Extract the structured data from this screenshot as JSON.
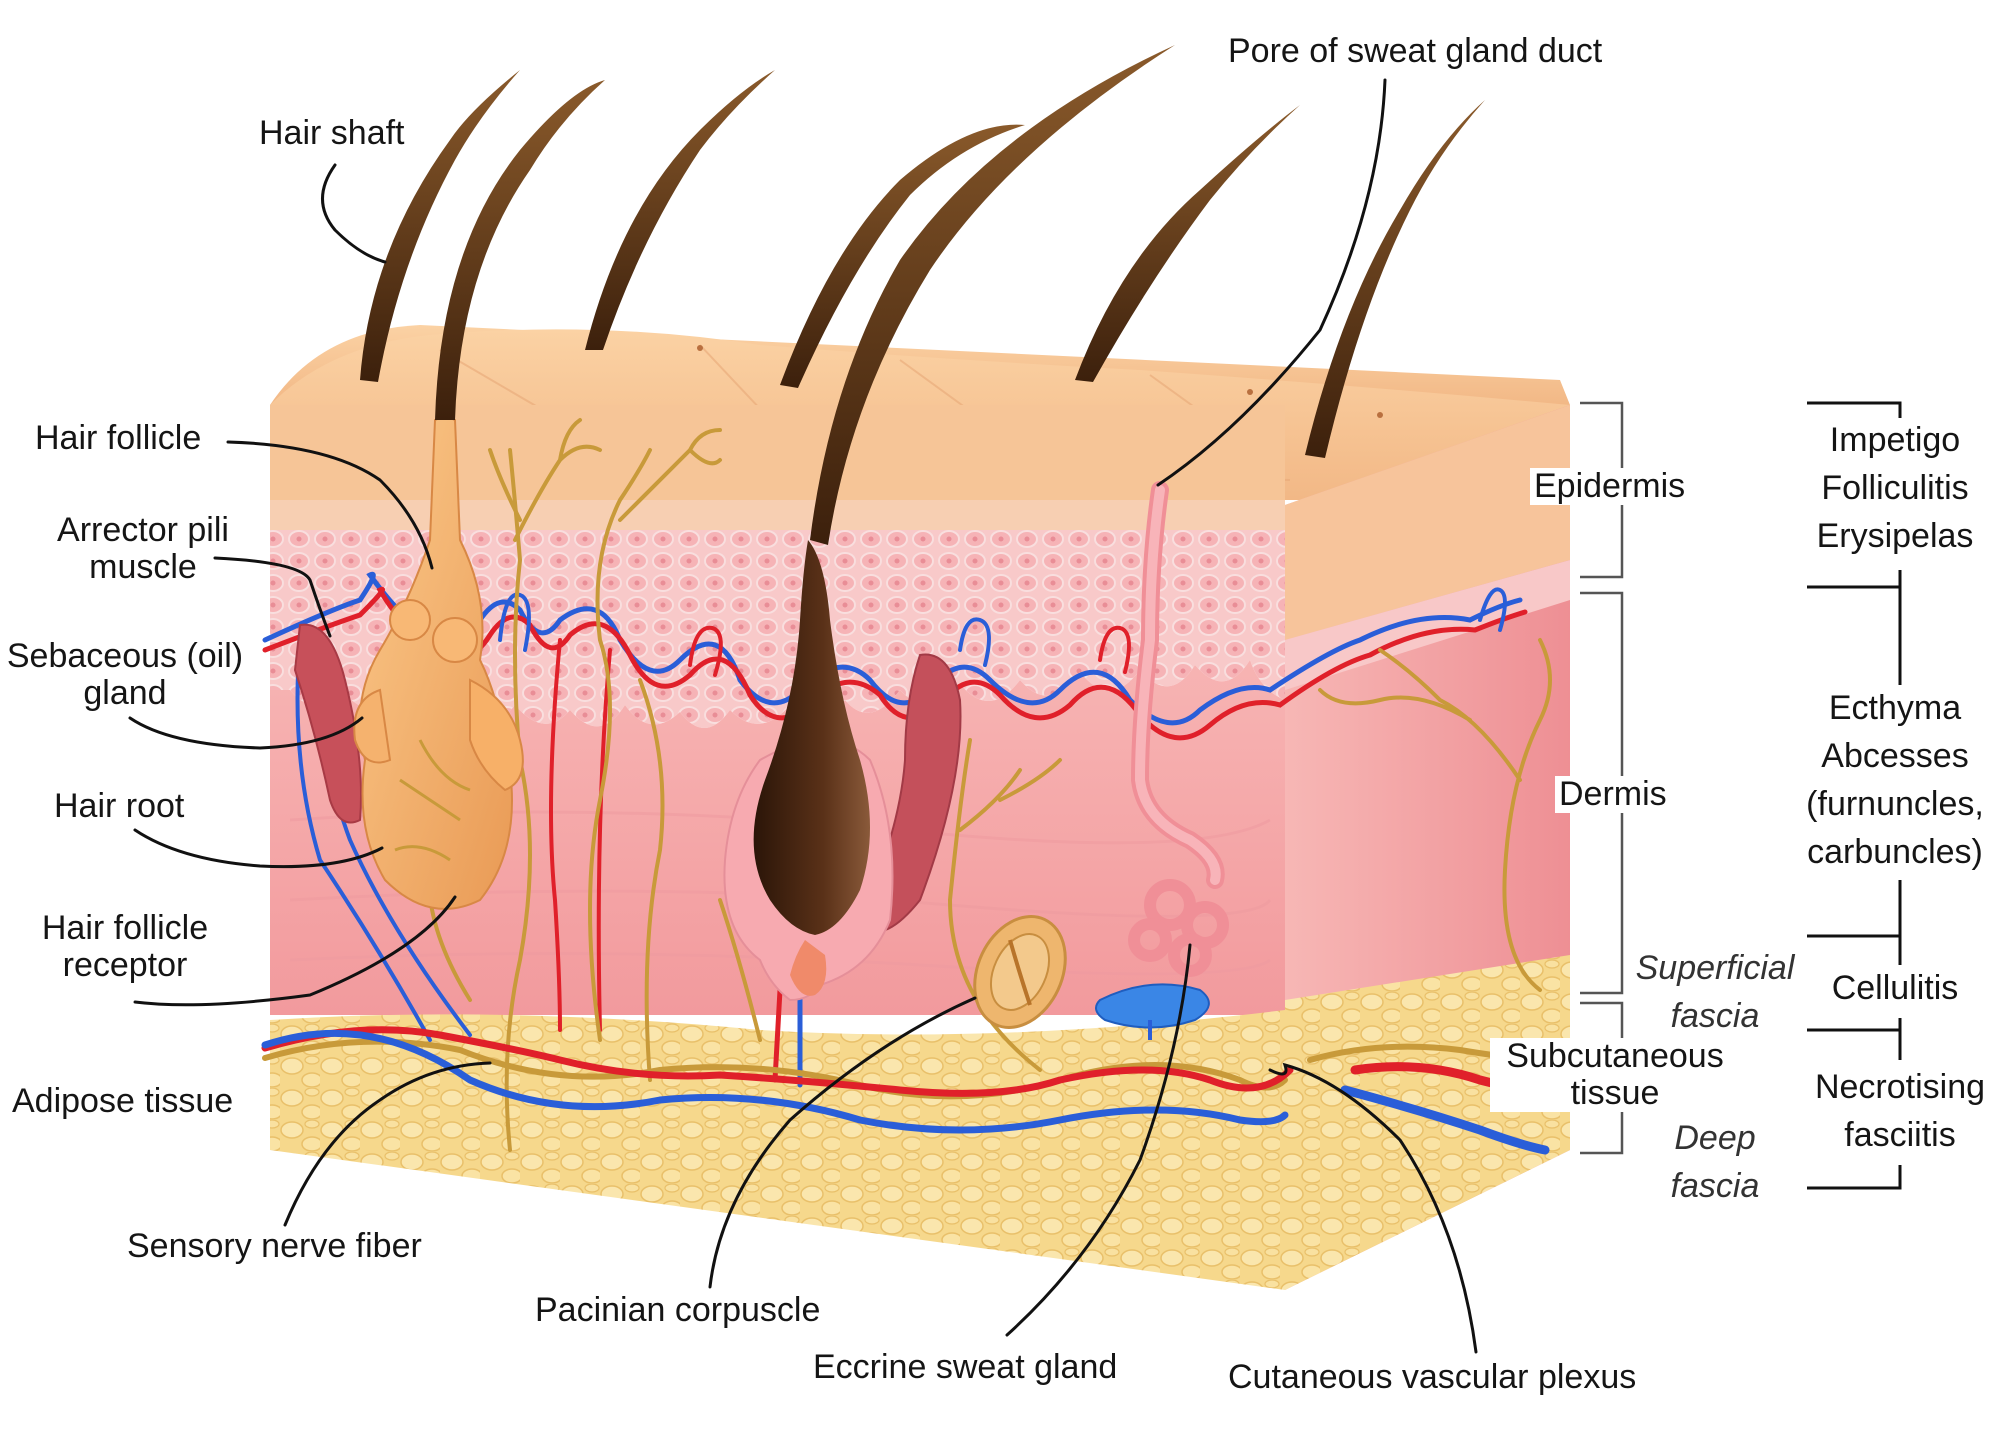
{
  "labels": {
    "hair_shaft": "Hair shaft",
    "pore": "Pore of sweat gland duct",
    "hair_follicle": "Hair follicle",
    "arrector_line1": "Arrector pili",
    "arrector_line2": "muscle",
    "sebaceous_line1": "Sebaceous (oil)",
    "sebaceous_line2": "gland",
    "hair_root": "Hair root",
    "receptor_line1": "Hair follicle",
    "receptor_line2": "receptor",
    "adipose": "Adipose tissue",
    "sensory_nerve": "Sensory nerve fiber",
    "pacinian": "Pacinian corpuscle",
    "eccrine": "Eccrine sweat gland",
    "plexus": "Cutaneous vascular plexus"
  },
  "layers": {
    "epidermis": "Epidermis",
    "dermis": "Dermis",
    "superficial_fascia_1": "Superficial",
    "superficial_fascia_2": "fascia",
    "subcutaneous_1": "Subcutaneous",
    "subcutaneous_2": "tissue",
    "deep_fascia_1": "Deep",
    "deep_fascia_2": "fascia"
  },
  "infections": {
    "epidermis_group": [
      "Impetigo",
      "Folliculitis",
      "Erysipelas"
    ],
    "dermis_group": [
      "Ecthyma",
      "Abcesses",
      "(furnuncles,",
      "carbuncles)"
    ],
    "fascia_group": [
      "Cellulitis"
    ],
    "deep_group": [
      "Necrotising",
      "fasciitis"
    ]
  },
  "colors": {
    "artery": "#e0202a",
    "vein": "#2a5ed8",
    "nerve": "#c89a3a",
    "epidermis": "#f3c08e",
    "dermis": "#f4a6a8",
    "fat": "#f4d27f",
    "hair": "#5a3418"
  }
}
